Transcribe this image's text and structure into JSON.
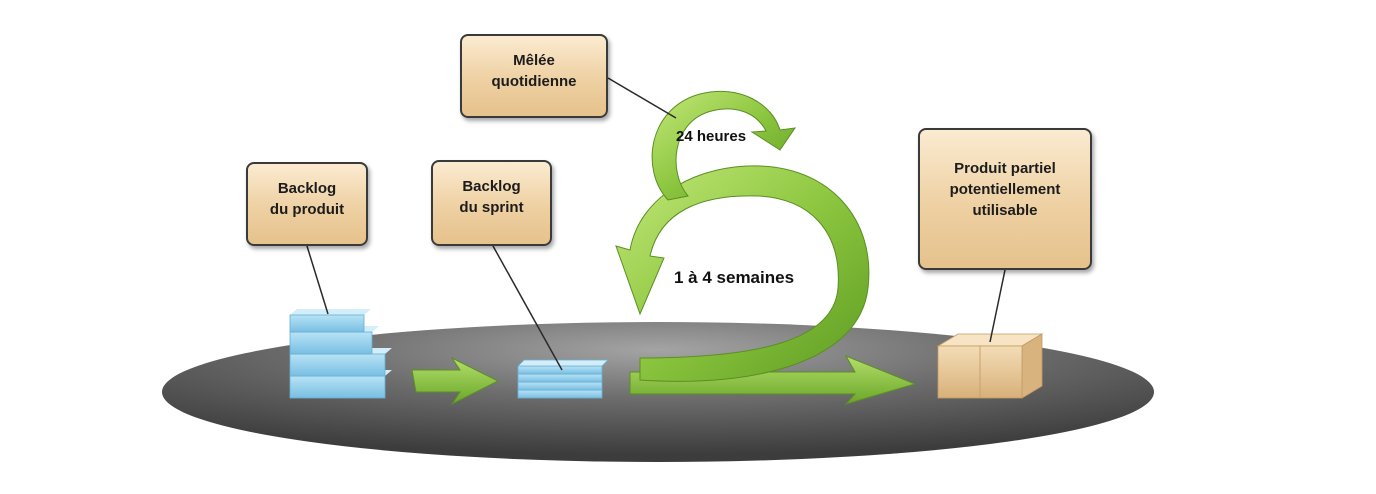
{
  "labels": {
    "daily_scrum": [
      "Mêlée",
      "quotidienne"
    ],
    "product_backlog": [
      "Backlog",
      "du produit"
    ],
    "sprint_backlog": [
      "Backlog",
      "du sprint"
    ],
    "increment": [
      "Produit partiel",
      "potentiellement",
      "utilisable"
    ]
  },
  "cycle": {
    "daily": "24 heures",
    "sprint": "1 à 4 semaines"
  },
  "colors": {
    "arrow_green": "#8cc63f",
    "platform": "#4a4a4a",
    "callout_fill": "#f0d4a8",
    "stack_blue": "#9fd4ee",
    "box_tan": "#e8c99a"
  }
}
